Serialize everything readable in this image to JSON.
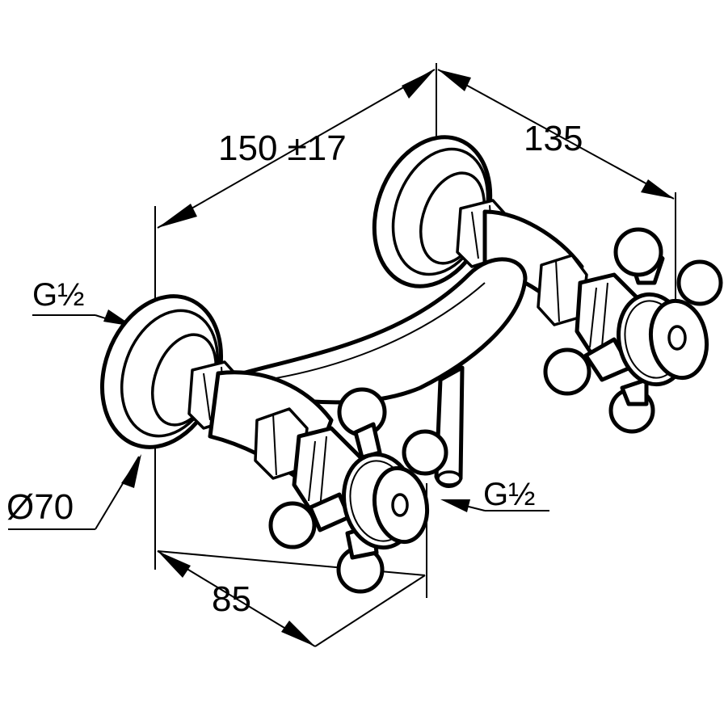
{
  "dimensions": {
    "width_150": "150 ±17",
    "depth_135": "135",
    "depth_85": "85",
    "diameter": "Ø70",
    "thread_left": "G½",
    "thread_right": "G½"
  }
}
